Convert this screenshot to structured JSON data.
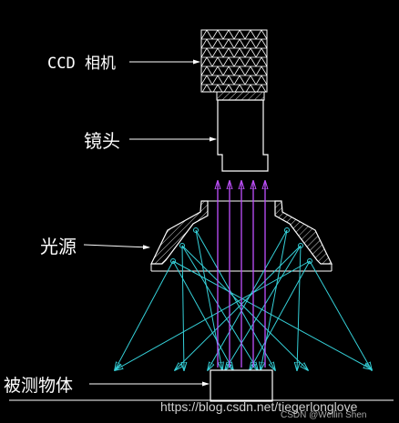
{
  "labels": {
    "camera": "CCD 相机",
    "lens": "镜头",
    "light_source": "光源",
    "object": "被测物体"
  },
  "watermark": {
    "url": "https://blog.csdn.net/tiegerlonglove",
    "csdn": "CSDN @Wellin Shen"
  },
  "colors": {
    "background": "#000000",
    "outline": "#ffffff",
    "incident_ray": "#35d0d8",
    "reflected_ray": "#c050ff"
  }
}
